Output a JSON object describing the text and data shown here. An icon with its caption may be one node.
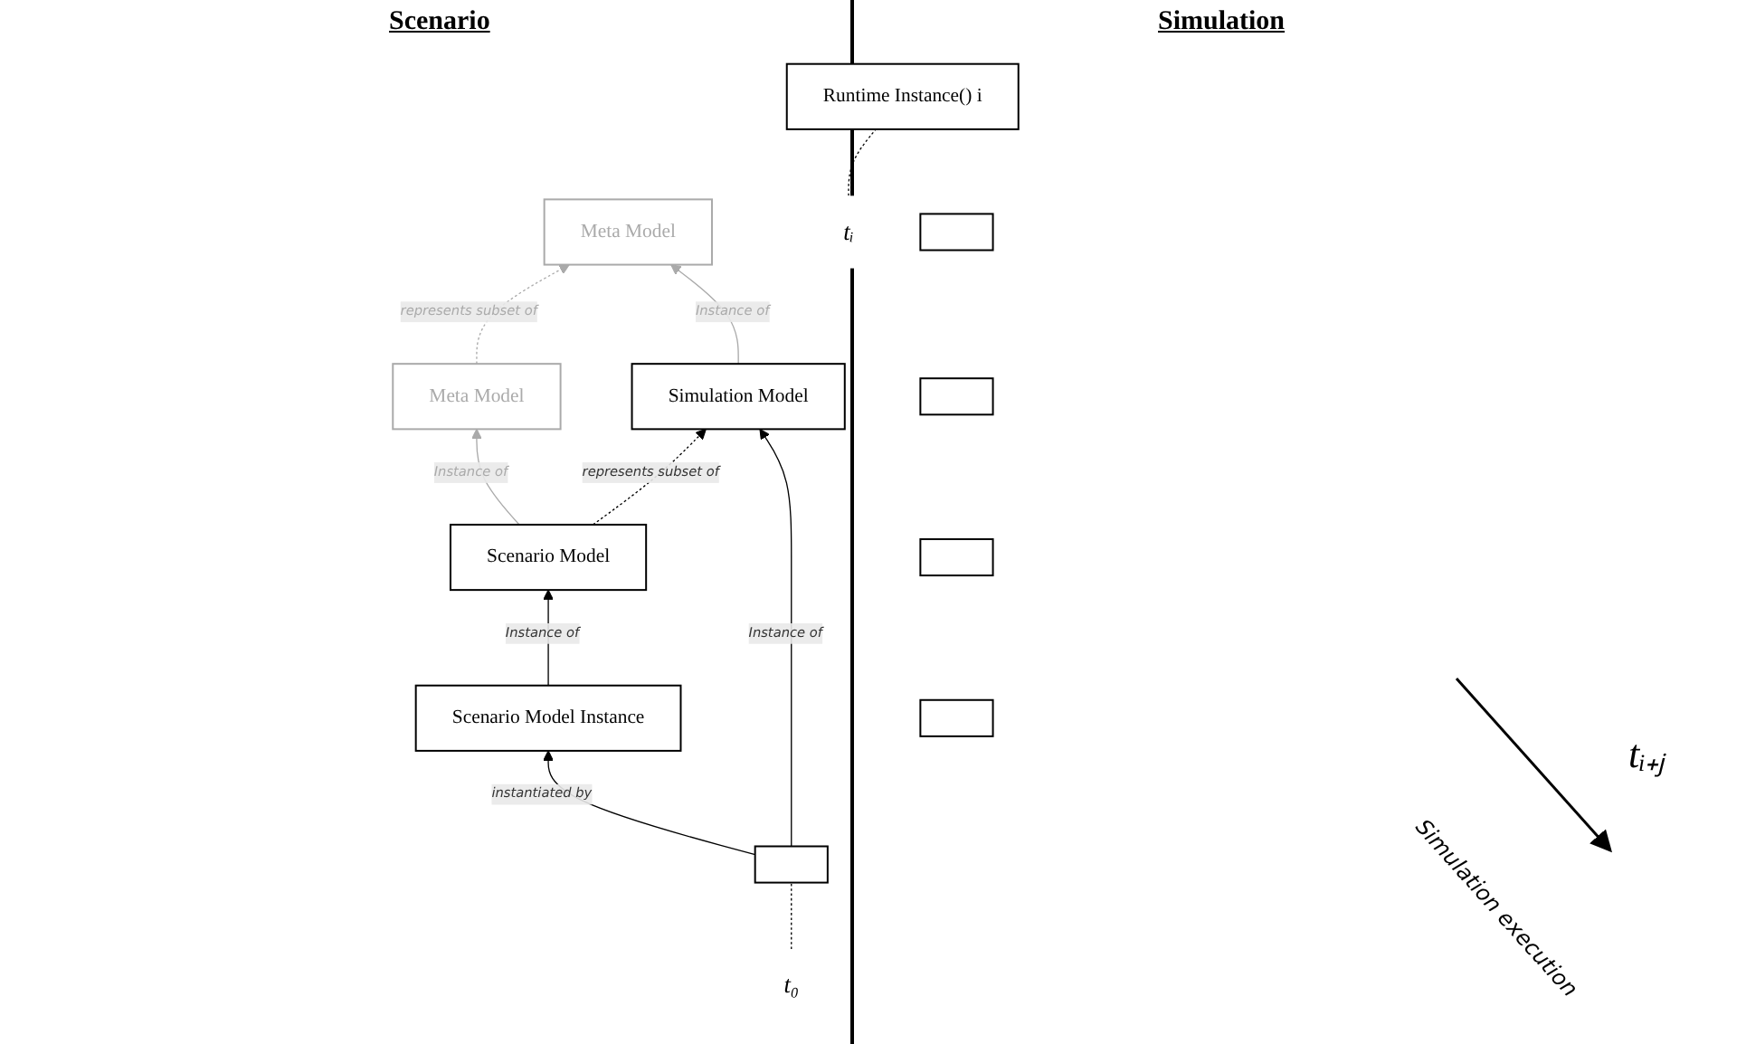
{
  "diagram": {
    "nodes": [
      {
        "text": [
          "Meta Model"
        ]
      },
      {
        "text": [
          "Scenario Model"
        ]
      },
      {
        "text": [
          "Scenario Model Instance"
        ]
      },
      {
        "text": [
          "Meta Model"
        ]
      },
      {
        "text": [
          "Simulation Model"
        ]
      },
      {
        "text": [],
        "shape": "box"
      },
      {
        "text": [],
        "shape": "box"
      },
      {
        "text": [],
        "shape": "box"
      },
      {
        "text": [],
        "shape": "box"
      },
      {
        "text": [],
        "shape": "box"
      },
      {
        "text": [
          "Runtime Instance() i"
        ]
      },
      {
        "text": [
          "t₀"
        ]
      },
      {
        "text": [
          "tᵢ"
        ]
      }
    ],
    "edges": [
      {
        "from": 1,
        "to": 0,
        "arrow": "to",
        "label": "Instance of",
        "color": "#aaaaaa"
      },
      {
        "from": 0,
        "to": 3,
        "arrow": "to",
        "label": "represents subset of",
        "style": "dashed",
        "color": "#aaaaaa"
      },
      {
        "from": 2,
        "to": 1,
        "arrow": "to",
        "label": "Instance of"
      },
      {
        "from": 1,
        "to": 4,
        "arrow": "to",
        "label": "represents subset of",
        "style": "dashed"
      },
      {
        "from": 4,
        "to": 3,
        "arrow": "to",
        "label": "Instance of",
        "color": "#aaaaaa"
      },
      {
        "from": 5,
        "to": 2,
        "arrow": "to",
        "label": "instantiated by"
      },
      {
        "from": 5,
        "to": 4,
        "arrow": "to",
        "label": "Instance of"
      },
      {
        "from": 11,
        "to": 5,
        "arrow": "none",
        "style": "dashed"
      },
      {
        "from": 12,
        "to": 10,
        "arrow": "none",
        "style": "dashed"
      }
    ],
    "labels": [
      "Scenario",
      "Simulation",
      "tᵢ₊ⱼ",
      "Simulation execution"
    ]
  }
}
